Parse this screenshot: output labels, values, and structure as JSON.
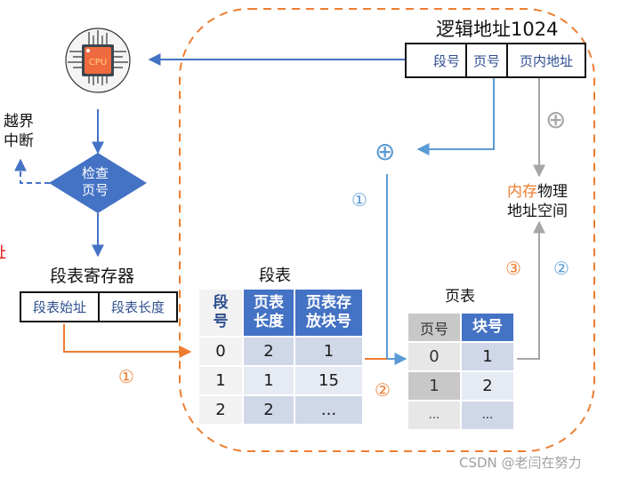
{
  "cpu": {
    "label": "CPU"
  },
  "logical_address": {
    "title": "逻辑地址1024",
    "fields": [
      "段号",
      "页号",
      "页内地址"
    ]
  },
  "overflow": {
    "line1": "越界",
    "line2": "中断"
  },
  "check": {
    "line1": "检查",
    "line2": "页号"
  },
  "left_edge_text": "址",
  "segment_register": {
    "title": "段表寄存器",
    "fields": [
      "段表始址",
      "段表长度"
    ]
  },
  "segment_table": {
    "title": "段表",
    "headers": [
      [
        "段",
        "号"
      ],
      [
        "页表",
        "长度"
      ],
      [
        "页表存",
        "放块号"
      ]
    ],
    "rows": [
      [
        "0",
        "2",
        "1"
      ],
      [
        "1",
        "1",
        "15"
      ],
      [
        "2",
        "2",
        "..."
      ]
    ]
  },
  "page_table": {
    "title": "页表",
    "headers": [
      "页号",
      "块号"
    ],
    "rows": [
      [
        "0",
        "1"
      ],
      [
        "1",
        "2"
      ],
      [
        "...",
        "..."
      ]
    ]
  },
  "physical_memory": {
    "highlight": "内存",
    "rest_line1": "物理",
    "line2": "地址空间"
  },
  "step_markers": {
    "orange_1": "①",
    "orange_2": "②",
    "orange_3": "③",
    "blue_1": "①",
    "blue_2": "②"
  },
  "plus_symbol": "⊕",
  "watermark": "CSDN @老闫在努力",
  "colors": {
    "blue": "#4472c4",
    "light_blue": "#5b9bd5",
    "orange": "#ed7d31",
    "gray": "#a6a6a6",
    "red": "#e00000"
  }
}
